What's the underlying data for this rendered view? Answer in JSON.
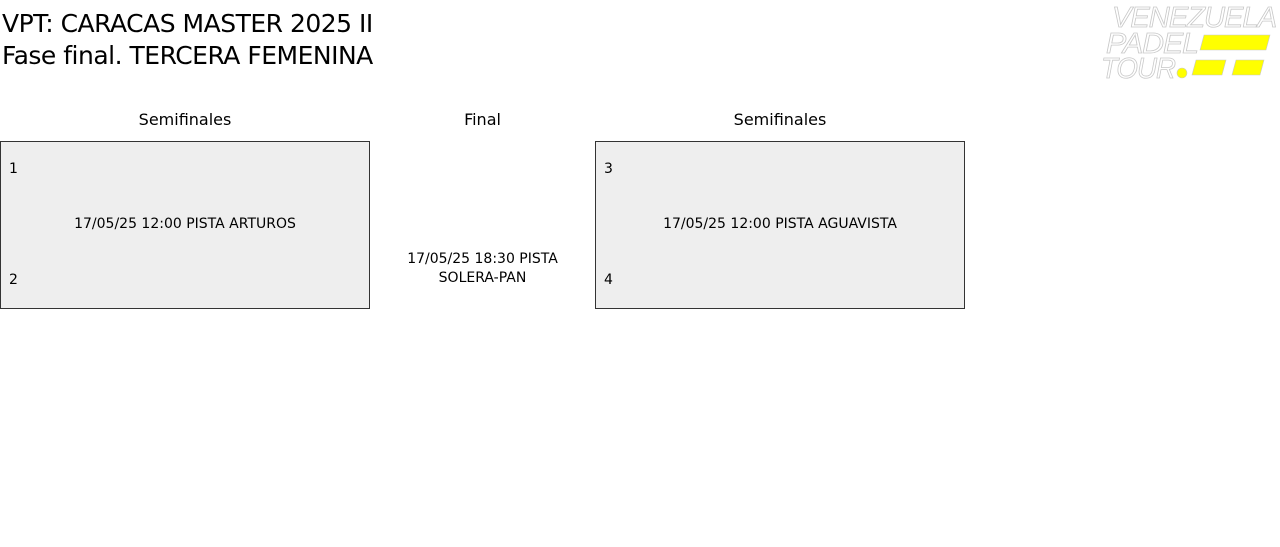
{
  "header": {
    "title_line1": "VPT: CARACAS MASTER 2025 II",
    "title_line2": "Fase final. TERCERA FEMENINA"
  },
  "logo": {
    "text": [
      "VENEZUELA",
      "PADEL",
      "TOUR"
    ],
    "accent": "#ffff00"
  },
  "bracket": {
    "left": {
      "round": "Semifinales",
      "seed_top": "1",
      "seed_bottom": "2",
      "info": "17/05/25 12:00 PISTA ARTUROS"
    },
    "final": {
      "round": "Final",
      "info": "17/05/25 18:30 PISTA SOLERA-PAN"
    },
    "right": {
      "round": "Semifinales",
      "seed_top": "3",
      "seed_bottom": "4",
      "info": "17/05/25 12:00 PISTA AGUAVISTA"
    }
  }
}
